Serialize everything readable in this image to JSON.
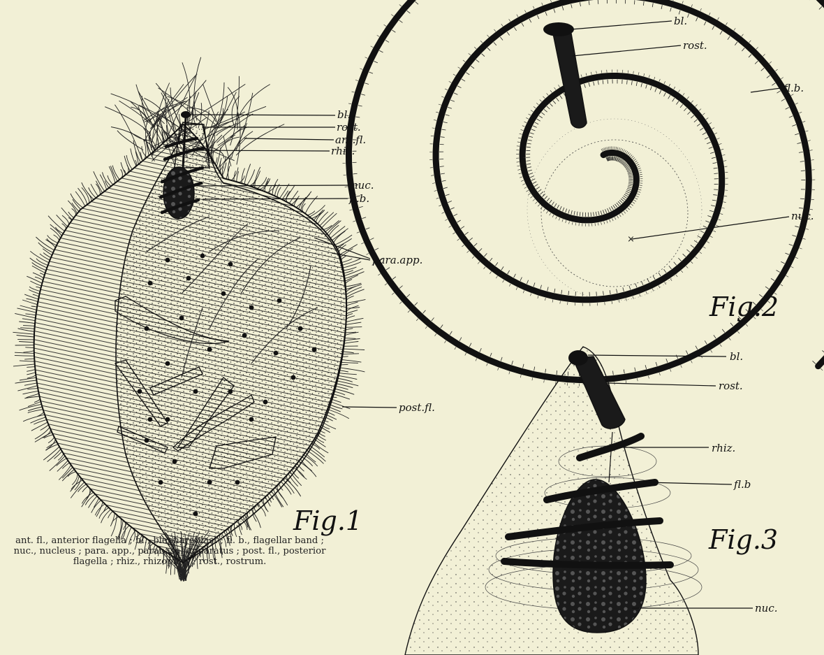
{
  "figures": [
    {
      "title": "Fig.1",
      "labels": [
        "bl.",
        "rost.",
        "ant.fl.",
        "rhiz.",
        "nuc.",
        "fl.b.",
        "para.app.",
        "post.fl."
      ]
    },
    {
      "title": "Fig.2",
      "labels": [
        "bl.",
        "rost.",
        "fl.b.",
        "nuc."
      ]
    },
    {
      "title": "Fig.3",
      "labels": [
        "bl.",
        "rost.",
        "rhiz.",
        "fl.b",
        "nuc."
      ]
    }
  ],
  "caption": "ant. fl., anterior flagella ; bl., blepharoplast ; fl. b., flagellar band ; nuc., nucleus ; para. app., parabasal apparatus ; post. fl., posterior flagella ; rhiz., rhizoplast ; rost., rostrum.",
  "colors": {
    "paper": "#f2f0d6",
    "ink": "#111111"
  }
}
